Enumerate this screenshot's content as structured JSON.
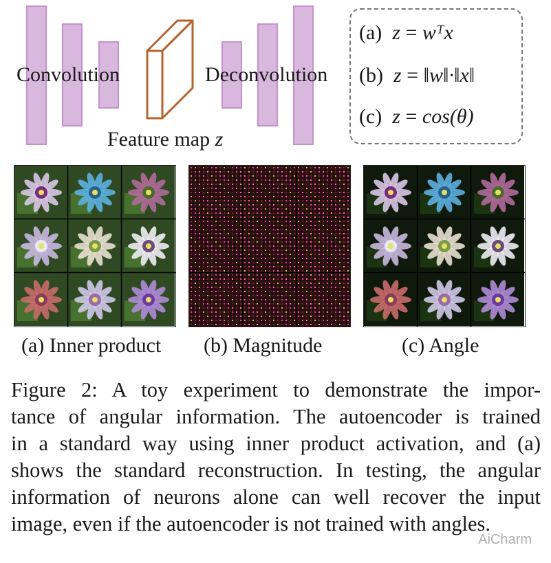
{
  "diagram": {
    "conv_label": "Convolution",
    "deconv_label": "Deconvolution",
    "feature_label": "Feature map",
    "feature_var": "z"
  },
  "equations": {
    "a": {
      "tag": "(a)",
      "lhs": "z",
      "rhs": "wᵀx"
    },
    "b": {
      "tag": "(b)",
      "lhs": "z",
      "rhs": "‖w‖·‖x‖"
    },
    "c": {
      "tag": "(c)",
      "lhs": "z",
      "rhs": "cos(θ)"
    }
  },
  "panels": [
    {
      "label": "(a) Inner product"
    },
    {
      "label": "(b) Magnitude"
    },
    {
      "label": "(c) Angle"
    }
  ],
  "caption": {
    "lines": [
      "Figure 2: A toy experiment to demonstrate the impor-",
      "tance of angular information. The autoencoder is trained",
      "in a standard way using inner product activation, and (a)",
      "shows the standard reconstruction. In testing, the angular",
      "information of neurons alone can well recover the input",
      "image, even if the autoencoder is not trained with angles."
    ]
  },
  "watermark": "AiCharm",
  "colors": {
    "block_fill": "#d8b9dd",
    "block_border": "#c78fd0",
    "feature_map": "#b5652b",
    "magnitude_bg": "#2a0f12"
  }
}
